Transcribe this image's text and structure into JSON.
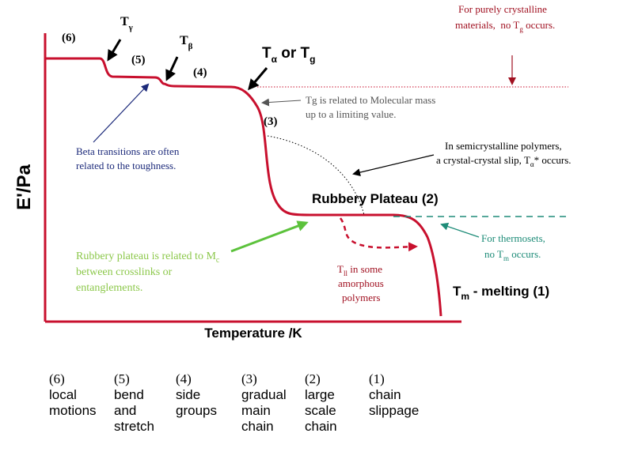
{
  "colors": {
    "curve": "#c8102e",
    "axis": "#c8102e",
    "dark_red_text": "#a01020",
    "blue_text": "#1c2a7a",
    "green_text": "#8cc84b",
    "green_arrow": "#5cc23c",
    "teal_text": "#1e8c78",
    "gray_text": "#555555",
    "black": "#000000"
  },
  "axes": {
    "ylabel": "E'/Pa",
    "xlabel": "Temperature /K"
  },
  "region_labels": {
    "r6": "(6)",
    "r5": "(5)",
    "r4": "(4)",
    "r3": "(3)"
  },
  "transitions": {
    "t_gamma_base": "T",
    "t_gamma_sub": "γ",
    "t_beta_base": "T",
    "t_beta_sub": "β",
    "t_alpha_base": "T",
    "t_alpha_sub": "α",
    "t_alpha_or": " or T",
    "t_g_sub": "g"
  },
  "annotations": {
    "crystalline_line1": "For purely crystalline",
    "crystalline_line2a": "materials,  no T",
    "crystalline_line2_sub": "g",
    "crystalline_line2b": " occurs.",
    "tg_line1": "Tg is related to Molecular mass",
    "tg_line2": "up to a limiting value.",
    "beta_line1": "Beta transitions are often",
    "beta_line2": "related to the toughness.",
    "semi_line1": "In semicrystalline polymers,",
    "semi_line2a": "a crystal-crystal slip, T",
    "semi_line2_sub": "α",
    "semi_line2b": "* occurs.",
    "rubbery_plateau": "Rubbery Plateau (2)",
    "thermosets_line1": "For thermosets,",
    "thermosets_line2a": "no T",
    "thermosets_line2_sub": "m",
    "thermosets_line2b": " occurs.",
    "rubbery_mc_line1a": "Rubbery plateau is related to M",
    "rubbery_mc_line1_sub": "c",
    "rubbery_mc_line2": "between crosslinks or",
    "rubbery_mc_line3": "entanglements.",
    "tll_base": "T",
    "tll_sub": "ll",
    "tll_line1b": " in some",
    "tll_line2": "amorphous",
    "tll_line3": "polymers",
    "tm_base": "T",
    "tm_sub": "m",
    "tm_rest": " - melting (1)"
  },
  "legend": [
    {
      "num": "(6)",
      "words": [
        "local",
        "motions"
      ]
    },
    {
      "num": "(5)",
      "words": [
        "bend",
        "and",
        "stretch"
      ]
    },
    {
      "num": "(4)",
      "words": [
        "side",
        "groups"
      ]
    },
    {
      "num": "(3)",
      "words": [
        "gradual",
        "main",
        "chain"
      ]
    },
    {
      "num": "(2)",
      "words": [
        "large",
        "scale",
        "chain"
      ]
    },
    {
      "num": "(1)",
      "words": [
        "chain",
        "slippage"
      ]
    }
  ]
}
